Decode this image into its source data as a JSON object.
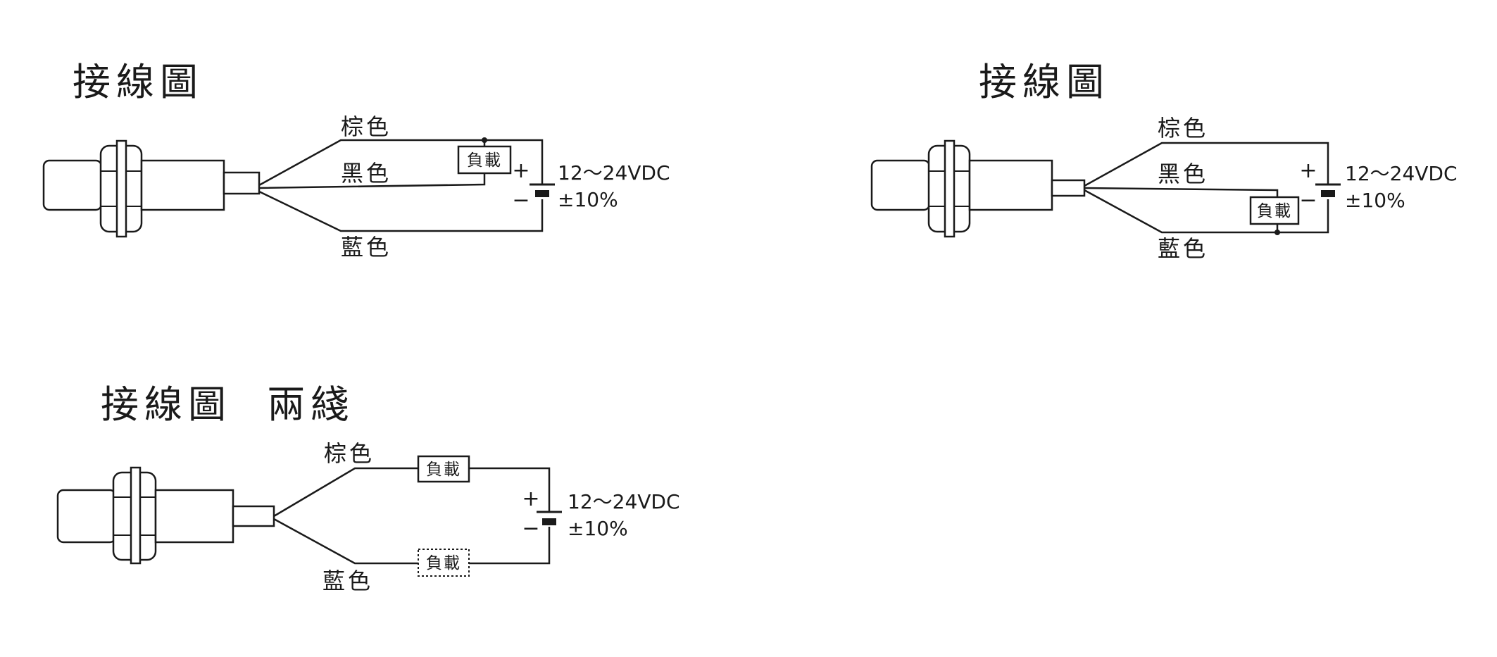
{
  "diagrams": [
    {
      "title": "接線圖",
      "wires": {
        "brown": "棕色",
        "black": "黑色",
        "blue": "藍色"
      },
      "load": "負載",
      "supply": {
        "voltage": "12～24VDC",
        "tolerance": "±10%",
        "plus": "+",
        "minus": "−"
      }
    },
    {
      "title": "接線圖",
      "wires": {
        "brown": "棕色",
        "black": "黑色",
        "blue": "藍色"
      },
      "load": "負載",
      "supply": {
        "voltage": "12～24VDC",
        "tolerance": "±10%",
        "plus": "+",
        "minus": "−"
      }
    },
    {
      "title": "接線圖  兩綫",
      "wires": {
        "brown": "棕色",
        "blue": "藍色"
      },
      "load": "負載",
      "load_alt": "負載",
      "supply": {
        "voltage": "12～24VDC",
        "tolerance": "±10%",
        "plus": "+",
        "minus": "−"
      }
    }
  ]
}
